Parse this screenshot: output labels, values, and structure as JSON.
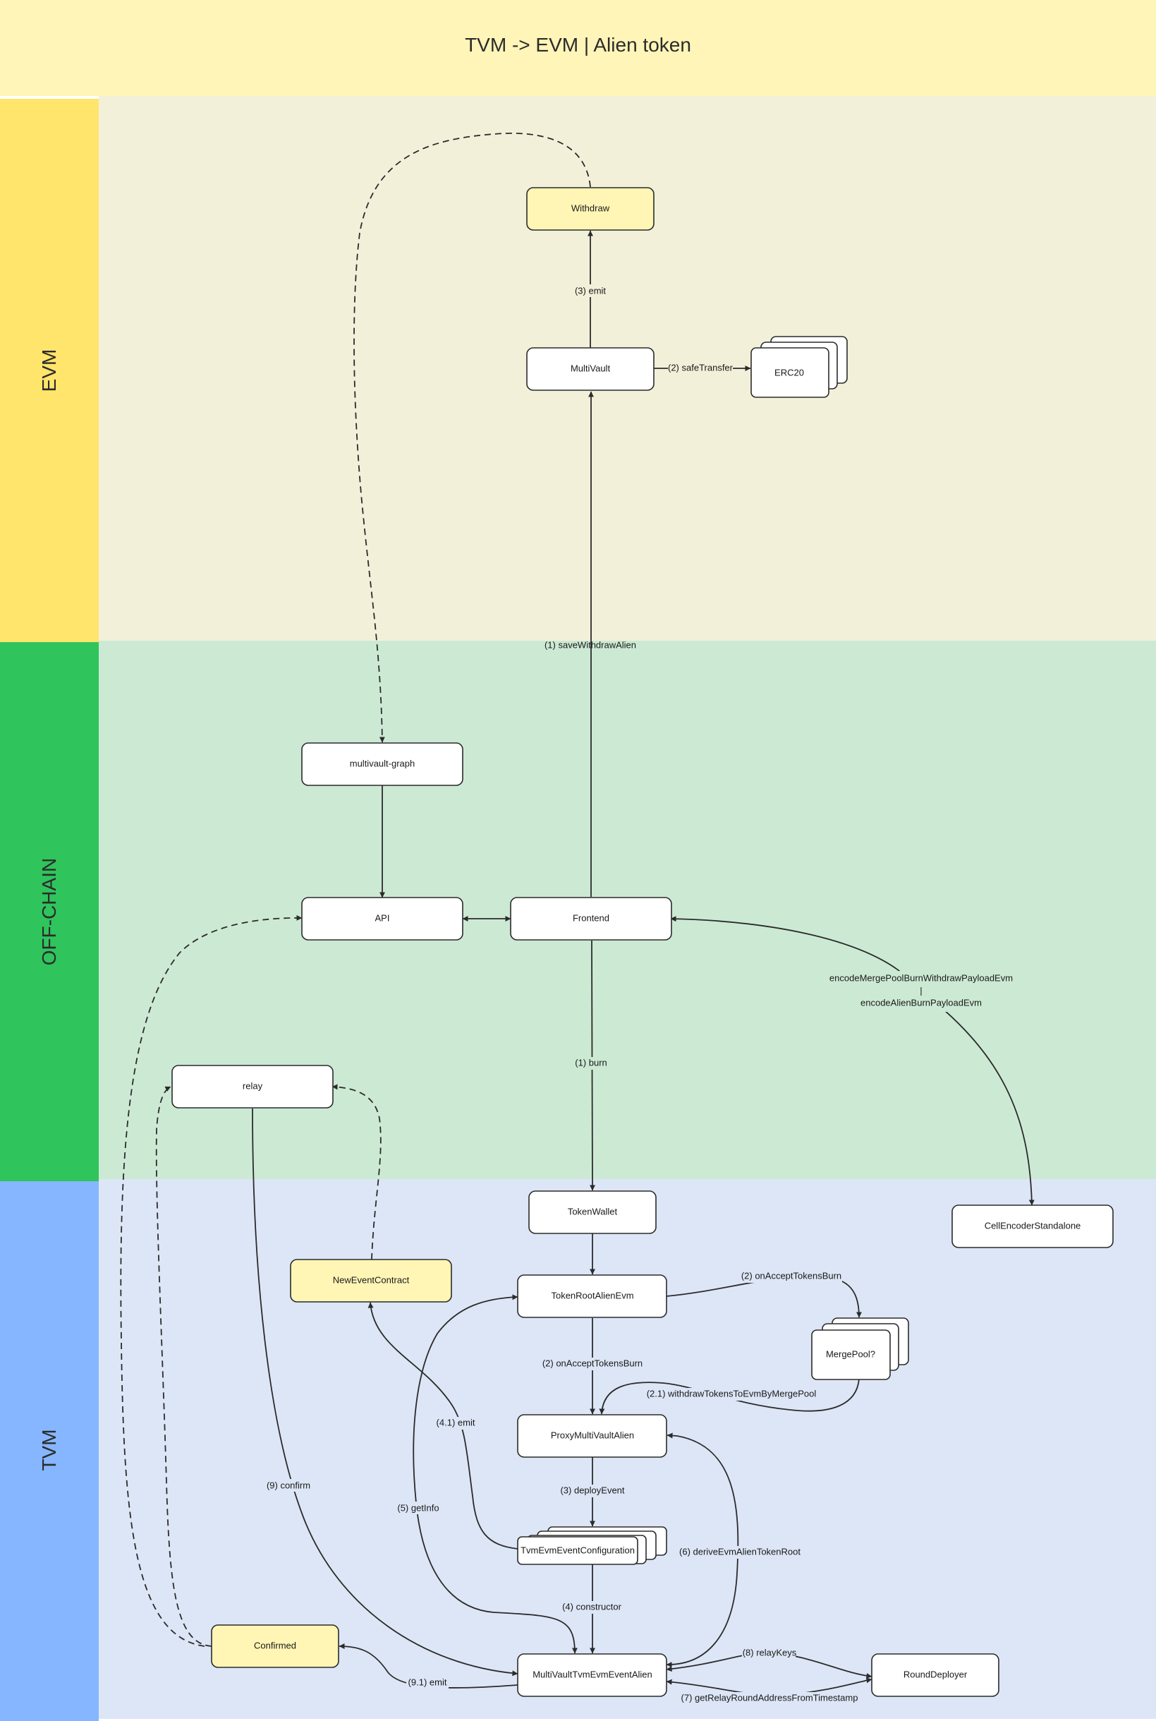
{
  "title": "TVM -> EVM | Alien token",
  "lanes": {
    "evm": "EVM",
    "offchain": "OFF-CHAIN",
    "tvm": "TVM"
  },
  "colors": {
    "title_band": "#fff5b8",
    "evm_label": "#ffe56b",
    "evm_bg": "#f3f0da",
    "offchain_label": "#2fc45c",
    "offchain_bg": "#cce9d4",
    "tvm_label": "#86b6ff",
    "tvm_bg": "#dde6f6",
    "node_highlight": "#fff5b5"
  },
  "nodes": {
    "withdraw": "Withdraw",
    "multivault": "MultiVault",
    "erc20": "ERC20",
    "multivault_graph": "multivault-graph",
    "api": "API",
    "frontend": "Frontend",
    "relay": "relay",
    "token_wallet": "TokenWallet",
    "cell_encoder": "CellEncoderStandalone",
    "new_event_contract": "NewEventContract",
    "token_root": "TokenRootAlienEvm",
    "merge_pool": "MergePool?",
    "proxy_multivault": "ProxyMultiVaultAlien",
    "tvm_evm_config": "TvmEvmEventConfiguration",
    "confirmed": "Confirmed",
    "event_alien": "MultiVaultTvmEvmEventAlien",
    "round_deployer": "RoundDeployer"
  },
  "edges": {
    "emit3": "(3) emit",
    "safe_transfer": "(2) safeTransfer",
    "save_withdraw": "(1) saveWithdrawAlien",
    "burn": "(1) burn",
    "encode_line1": "encodeMergePoolBurnWithdrawPayloadEvm",
    "encode_sep": "|",
    "encode_line2": "encodeAlienBurnPayloadEvm",
    "on_accept_merge": "(2) onAcceptTokensBurn",
    "on_accept_proxy": "(2) onAcceptTokensBurn",
    "withdraw_merge": "(2.1) withdrawTokensToEvmByMergePool",
    "emit41": "(4.1) emit",
    "confirm9": "(9) confirm",
    "deploy_event": "(3) deployEvent",
    "get_info": "(5) getInfo",
    "derive_root": "(6) deriveEvmAlienTokenRoot",
    "constructor": "(4) constructor",
    "relay_keys": "(8) relayKeys",
    "emit91": "(9.1) emit",
    "get_relay_round": "(7) getRelayRoundAddressFromTimestamp"
  }
}
